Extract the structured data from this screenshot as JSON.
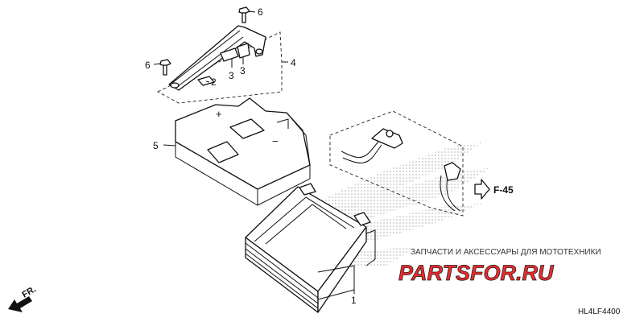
{
  "diagram": {
    "callouts": {
      "battery": "1",
      "pad_small": "2",
      "pad_large_a": "3",
      "pad_large_b": "3",
      "holder_assembly": "4",
      "battery_cover": "5",
      "bolt_top": "6",
      "bolt_left": "6"
    },
    "cover_marks": {
      "plus": "+",
      "minus": "−"
    },
    "reference": "F-45",
    "direction": "FR.",
    "diagram_code": "HL4LF4400"
  },
  "watermark": {
    "tagline": "ЗАПЧАСТИ И АКСЕССУАРЫ ДЛЯ МОТОТЕХНИКИ",
    "brand": "PARTSFOR.RU",
    "brand_color": "#ee2a2a"
  },
  "icons": {
    "reference_arrow": "outline-arrow-right-icon",
    "front_arrow": "arrow-down-left-icon"
  }
}
